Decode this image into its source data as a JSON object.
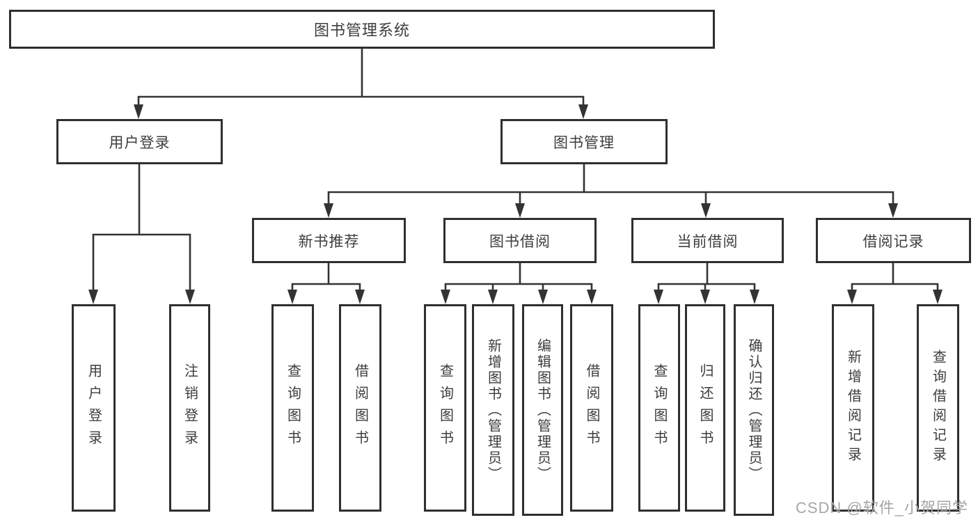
{
  "nodes": {
    "root": "图书管理系统",
    "user_login": "用户登录",
    "book_management": "图书管理",
    "new_book_recommend": "新书推荐",
    "book_borrow": "图书借阅",
    "current_borrow": "当前借阅",
    "borrow_record": "借阅记录",
    "leaf_user_login": "用户登录",
    "leaf_logout_login": "注销登录",
    "leaf_nbr_query_book": "查询图书",
    "leaf_nbr_borrow_book": "借阅图书",
    "leaf_bb_query_book": "查询图书",
    "leaf_bb_add_book_admin": "新增图书（管理员）",
    "leaf_bb_edit_book_admin": "编辑图书（管理员）",
    "leaf_bb_borrow_book": "借阅图书",
    "leaf_cb_query_book": "查询图书",
    "leaf_cb_return_book": "归还图书",
    "leaf_cb_confirm_return_admin": "确认归还（管理员）",
    "leaf_br_add_record": "新增借阅记录",
    "leaf_br_query_record": "查询借阅记录"
  },
  "tree": {
    "图书管理系统": {
      "用户登录": [
        "用户登录",
        "注销登录"
      ],
      "图书管理": {
        "新书推荐": [
          "查询图书",
          "借阅图书"
        ],
        "图书借阅": [
          "查询图书",
          "新增图书（管理员）",
          "编辑图书（管理员）",
          "借阅图书"
        ],
        "当前借阅": [
          "查询图书",
          "归还图书",
          "确认归还（管理员）"
        ],
        "借阅记录": [
          "新增借阅记录",
          "查询借阅记录"
        ]
      }
    }
  },
  "watermark": "CSDN @软件_小贺同学",
  "colors": {
    "line": "#333333",
    "box_border": "#2f2f2f",
    "box_fill": "#ffffff",
    "text": "#3d3d3d",
    "watermark": "#a6a6a6",
    "background": "#ffffff"
  }
}
